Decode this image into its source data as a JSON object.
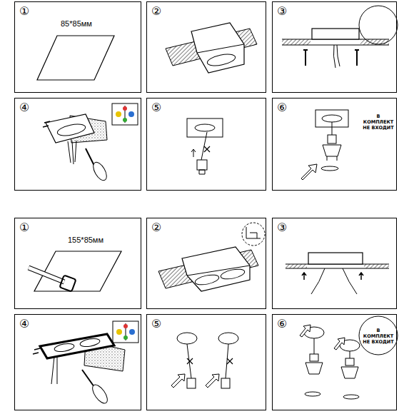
{
  "diagram": {
    "nodes": [
      {
        "text": [
          "①",
          "85*85мм"
        ]
      },
      {
        "text": [
          "②"
        ]
      },
      {
        "text": [
          "③"
        ]
      },
      {
        "text": [
          "④"
        ]
      },
      {
        "text": [
          "⑤"
        ]
      },
      {
        "text": [
          "⑥",
          "В КОМПЛЕКТ НЕ ВХОДИТ"
        ]
      },
      {
        "text": [
          "①",
          "155*85мм"
        ]
      },
      {
        "text": [
          "②"
        ]
      },
      {
        "text": [
          "③"
        ]
      },
      {
        "text": [
          "④"
        ]
      },
      {
        "text": [
          "⑤"
        ]
      },
      {
        "text": [
          "⑥",
          "В КОМПЛЕКТ НЕ ВХОДИТ"
        ]
      }
    ]
  }
}
